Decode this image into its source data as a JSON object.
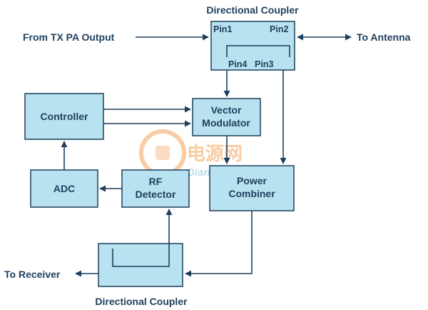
{
  "couplers": {
    "top_title": "Directional Coupler",
    "bottom_title": "Directional Coupler",
    "pin1": "Pin1",
    "pin2": "Pin2",
    "pin4": "Pin4",
    "pin3": "Pin3"
  },
  "ports": {
    "input": "From TX PA Output",
    "antenna": "To Antenna",
    "receiver": "To Receiver"
  },
  "blocks": {
    "controller": "Controller",
    "vector_modulator": [
      "Vector",
      "Modulator"
    ],
    "adc": "ADC",
    "rf_detector": [
      "RF",
      "Detector"
    ],
    "power_combiner": [
      "Power",
      "Combiner"
    ]
  },
  "watermark": {
    "brand_cn": "电源网",
    "site": "DianYuan.com"
  },
  "colors": {
    "block_fill": "#b8e2ef",
    "line": "#1d3f5e",
    "watermark_orange": "#f3a45a"
  }
}
